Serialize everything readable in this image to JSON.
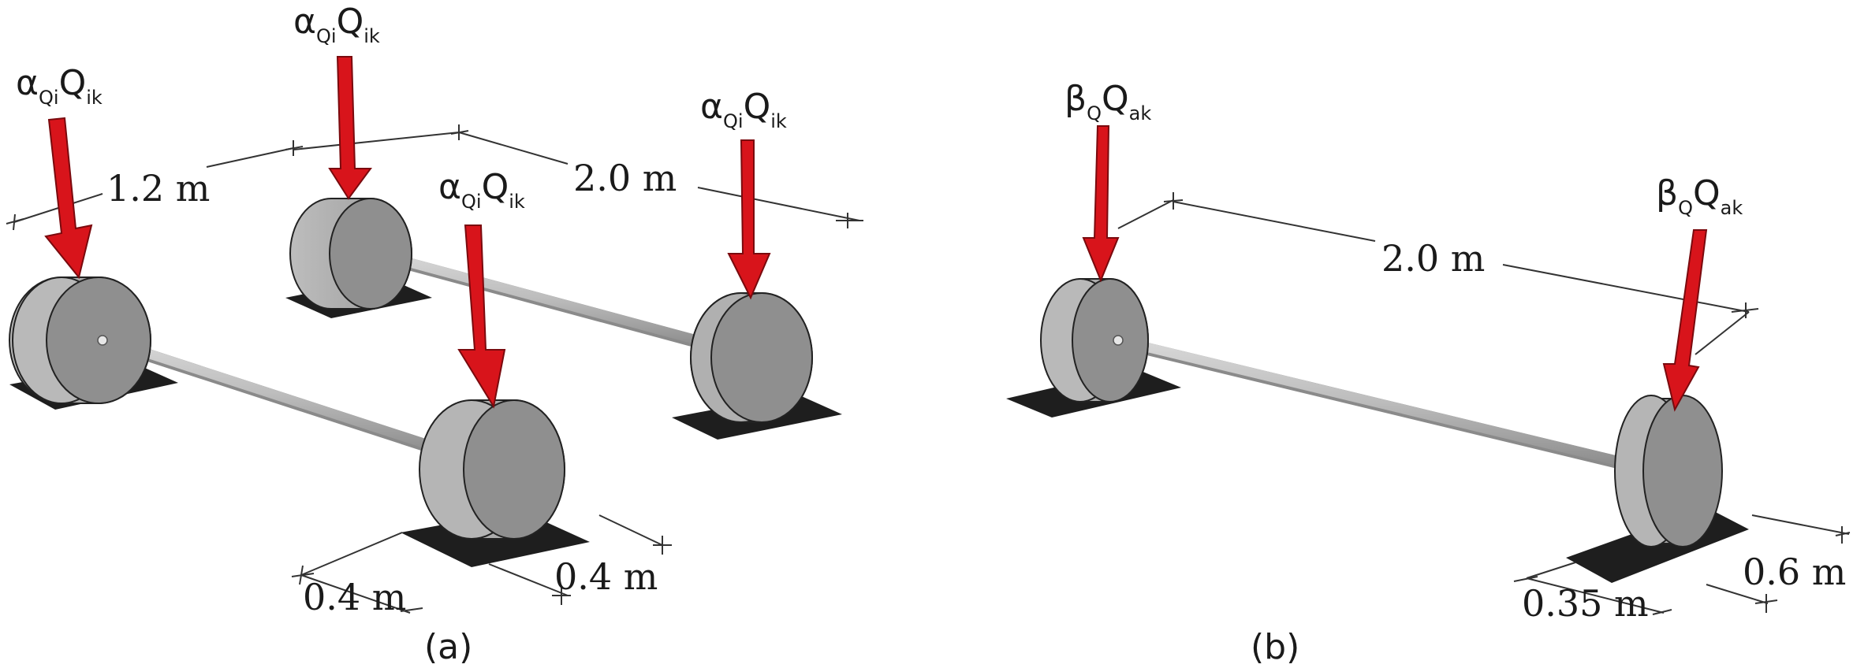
{
  "colors": {
    "arrow": "#d8141b",
    "arrow_edge": "#7a0a0e",
    "wheel_side": "#9a9a9a",
    "wheel_face": "#8c8c8c",
    "footprint": "#1e1e1e",
    "axle": "#b9b9b9"
  },
  "panel_a": {
    "caption": "(a)",
    "load_main": "α",
    "load_sub1": "Qi",
    "load_q": "Q",
    "load_sub2": "ik",
    "dim_track": "1.2 m",
    "dim_axle": "2.0 m",
    "dim_width": "0.4 m",
    "dim_length": "0.4 m"
  },
  "panel_b": {
    "caption": "(b)",
    "load_main": "β",
    "load_sub1": "Q",
    "load_q": "Q",
    "load_sub2": "ak",
    "dim_axle": "2.0 m",
    "dim_width": "0.35 m",
    "dim_length": "0.6 m"
  }
}
